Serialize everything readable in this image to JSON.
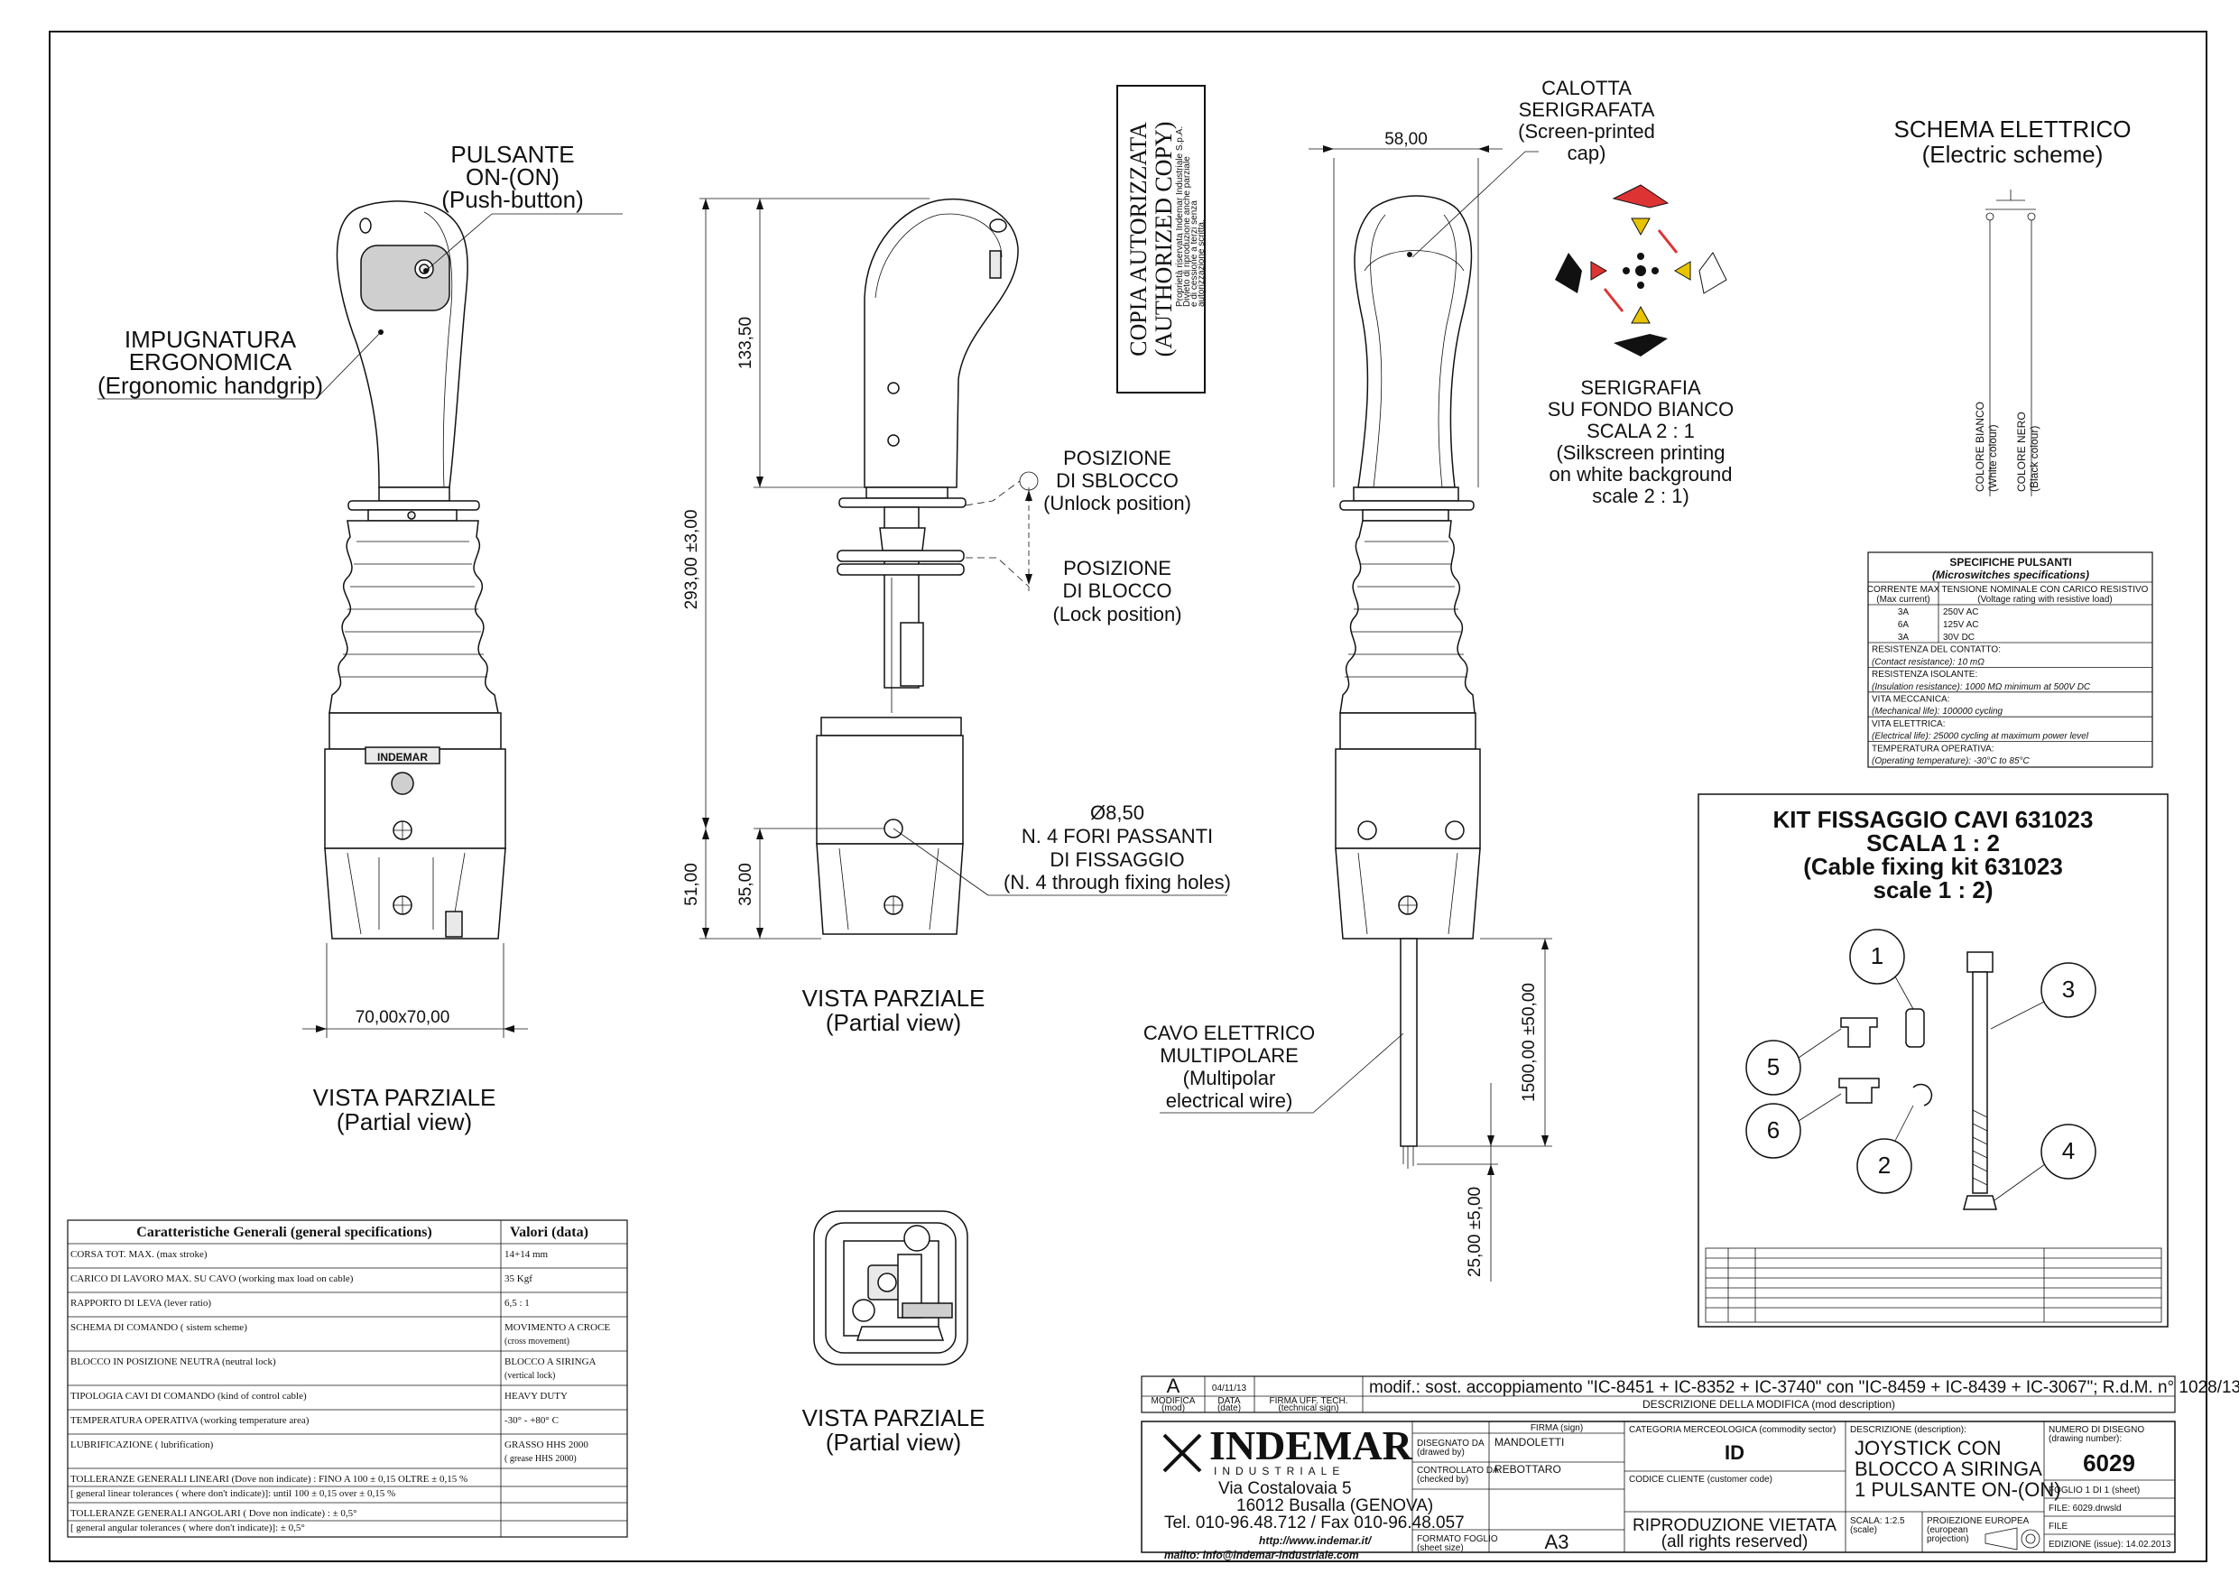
{
  "views": {
    "left": {
      "pushbutton_label": [
        "PULSANTE",
        "ON-(ON)",
        "(Push-button)"
      ],
      "handgrip_label": [
        "IMPUGNATURA",
        "ERGONOMICA",
        "(Ergonomic handgrip)"
      ],
      "brand_plate": "INDEMAR",
      "dim_base": "70,00x70,00",
      "caption": [
        "VISTA PARZIALE",
        "(Partial view)"
      ]
    },
    "middle": {
      "dim_133": "133,50",
      "dim_293": "293,00 ±3,00",
      "dim_51": "51,00",
      "dim_35": "35,00",
      "unlock_label": [
        "POSIZIONE",
        "DI SBLOCCO",
        "(Unlock position)"
      ],
      "lock_label": [
        "POSIZIONE",
        "DI BLOCCO",
        "(Lock position)"
      ],
      "holes_label": [
        "Ø8,50",
        "N. 4 FORI PASSANTI",
        "DI FISSAGGIO",
        "(N. 4 through fixing holes)"
      ],
      "caption": [
        "VISTA PARZIALE",
        "(Partial view)"
      ]
    },
    "right": {
      "dim_58": "58,00",
      "dim_1500": "1500,00 ±50,00",
      "dim_25": "25,00 ±5,00",
      "cable_label": [
        "CAVO ELETTRICO",
        "MULTIPOLARE",
        "(Multipolar",
        "electrical wire)"
      ]
    },
    "bottom": {
      "caption": [
        "VISTA PARZIALE",
        "(Partial view)"
      ]
    }
  },
  "authorized_copy": {
    "title": [
      "COPIA AUTORIZZATA",
      "(AUTHORIZED COPY)"
    ],
    "notice": [
      "Proprietà riservata Indemar Industriale S.p.A.",
      "Divieto di riproduzione anche parziale",
      "e di cessione a terzi senza",
      "autorizzazione scritta."
    ]
  },
  "cap": {
    "label": [
      "CALOTTA",
      "SERIGRAFATA",
      "(Screen-printed",
      "cap)"
    ],
    "silk_label": [
      "SERIGRAFIA",
      "SU FONDO BIANCO",
      "SCALA 2 : 1",
      "(Silkscreen printing",
      "on white background",
      "scale 2 : 1)"
    ]
  },
  "scheme": {
    "title": [
      "SCHEMA ELETTRICO",
      "(Electric scheme)"
    ],
    "white_wire": [
      "COLORE BIANCO",
      "(White colour)"
    ],
    "black_wire": [
      "COLORE NERO",
      "(Black colour)"
    ]
  },
  "switch_specs": {
    "title": "SPECIFICHE PULSANTI",
    "subtitle": "(Microswitches specifications)",
    "col1": [
      "CORRENTE MAX",
      "(Max current)"
    ],
    "col2": [
      "TENSIONE NOMINALE CON CARICO RESISTIVO",
      "(Voltage rating with resistive load)"
    ],
    "ratings": [
      {
        "current": "3A",
        "voltage": "250V AC"
      },
      {
        "current": "6A",
        "voltage": "125V AC"
      },
      {
        "current": "3A",
        "voltage": "30V DC"
      }
    ],
    "rows": [
      "RESISTENZA DEL CONTATTO:",
      "(Contact resistance): 10 mΩ",
      "RESISTENZA ISOLANTE:",
      "(Insulation resistance): 1000 MΩ minimum at 500V DC",
      "VITA MECCANICA:",
      "(Mechanical life): 100000 cycling",
      "VITA ELETTRICA:",
      "(Electrical life): 25000 cycling at maximum power level",
      "TEMPERATURA OPERATIVA:",
      "(Operating temperature): -30°C to 85°C"
    ]
  },
  "kit": {
    "title": [
      "KIT FISSAGGIO CAVI 631023",
      "SCALA 1 : 2",
      "(Cable fixing kit 631023",
      "scale 1 : 2)"
    ],
    "callouts": [
      "1",
      "2",
      "3",
      "4",
      "5",
      "6"
    ]
  },
  "general_specs": {
    "header": [
      "Caratteristiche Generali (general specifications)",
      "Valori (data)"
    ],
    "rows": [
      {
        "label": "CORSA TOT. MAX. (max stroke)",
        "value": "14+14 mm"
      },
      {
        "label": "CARICO DI LAVORO MAX. SU CAVO (working max load on cable)",
        "value": "35 Kgf"
      },
      {
        "label": "RAPPORTO DI LEVA (lever ratio)",
        "value": "6,5 : 1"
      },
      {
        "label": "SCHEMA DI COMANDO ( sistem scheme)",
        "value": "MOVIMENTO A CROCE",
        "value2": "(cross movement)"
      },
      {
        "label": "BLOCCO IN POSIZIONE NEUTRA (neutral lock)",
        "value": "BLOCCO A SIRINGA",
        "value2": "(vertical lock)"
      },
      {
        "label": "TIPOLOGIA CAVI DI COMANDO (kind of control cable)",
        "value": "HEAVY DUTY"
      },
      {
        "label": "TEMPERATURA OPERATIVA (working temperature area)",
        "value": "-30° - +80° C"
      },
      {
        "label": "LUBRIFICAZIONE ( lubrification)",
        "value": "GRASSO HHS 2000",
        "value2": "( grease HHS 2000)"
      },
      {
        "label": "TOLLERANZE GENERALI LINEARI (Dove non indicate) : FINO A 100 ± 0,15 OLTRE ± 0,15 %",
        "label2": "[ general linear tolerances ( where don't indicate)]: until 100 ± 0,15  over ± 0,15 %",
        "value": ""
      },
      {
        "label": "TOLLERANZE GENERALI ANGOLARI ( Dove non indicate) : ± 0,5°",
        "label2": "[ general angular tolerances ( where don't indicate)]: ± 0,5°",
        "value": ""
      }
    ]
  },
  "revision": {
    "letter": "A",
    "date": "04/11/13",
    "text": "modif.: sost. accoppiamento \"IC-8451 + IC-8352 + IC-3740\"  con \"IC-8459 + IC-8439 + IC-3067\"; R.d.M. n° 1028/13.",
    "h_mod": [
      "MODIFICA",
      "(mod)"
    ],
    "h_date": [
      "DATA",
      "(date)"
    ],
    "h_sign": [
      "FIRMA UFF. TECH.",
      "(technical sign)"
    ],
    "h_desc": "DESCRIZIONE  DELLA  MODIFICA  (mod description)"
  },
  "title_block": {
    "company": "INDEMAR",
    "company_sub": "INDUSTRIALE",
    "address": [
      "Via Costalovaia 5",
      "16012  Busalla  (GENOVA)",
      "Tel.  010-96.48.712 / Fax  010-96.48.057"
    ],
    "web": "http://www.indemar.it/",
    "mail": "mailto: info@indemar-industriale.com",
    "h_firma": "FIRMA (sign)",
    "drawn_label": [
      "DISEGNATO DA",
      "(drawed by)"
    ],
    "drawn_by": "MANDOLETTI",
    "checked_label": [
      "CONTROLLATO DA",
      "(checked by)"
    ],
    "checked_by": "REBOTTARO",
    "format_label": [
      "FORMATO FOGLIO",
      "(sheet size)"
    ],
    "format": "A3",
    "category_label": "CATEGORIA MERCEOLOGICA (commodity sector)",
    "category": "ID",
    "customer_label": "CODICE CLIENTE (customer code)",
    "reproduction": [
      "RIPRODUZIONE  VIETATA",
      "(all rights reserved)"
    ],
    "desc_label": "DESCRIZIONE (description):",
    "description": [
      "JOYSTICK CON",
      "BLOCCO A SIRINGA",
      "1 PULSANTE ON-(ON)"
    ],
    "scale_label": [
      "SCALA: 1:2.5",
      "(scale)"
    ],
    "projection_label": [
      "PROIEZIONE EUROPEA",
      "(european",
      "projection)"
    ],
    "drawing_no_label": [
      "NUMERO DI DISEGNO",
      "(drawing number):"
    ],
    "drawing_no": "6029",
    "sheet": "FOGLIO 1 DI 1   (sheet)",
    "file1": "FILE: 6029.drwsld",
    "file2": "FILE",
    "edition": "EDIZIONE (issue): 14.02.2013"
  }
}
